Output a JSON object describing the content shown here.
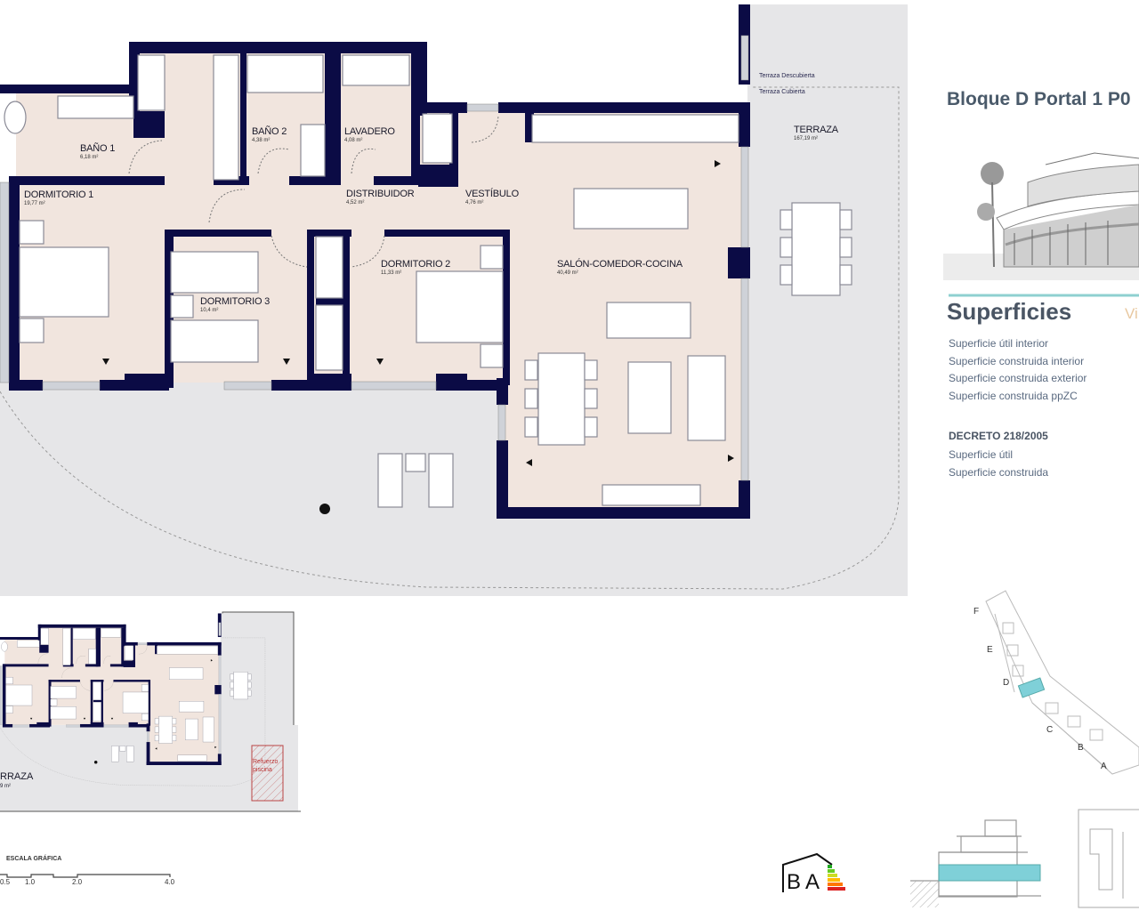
{
  "plan": {
    "rooms": [
      {
        "name": "BAÑO 1",
        "area": "6,18 m²"
      },
      {
        "name": "BAÑO 2",
        "area": "4,38 m²"
      },
      {
        "name": "LAVADERO",
        "area": "4,08 m²"
      },
      {
        "name": "DORMITORIO 1",
        "area": "19,77 m²"
      },
      {
        "name": "DISTRIBUIDOR",
        "area": "4,52 m²"
      },
      {
        "name": "VESTÍBULO",
        "area": "4,76 m²"
      },
      {
        "name": "DORMITORIO 2",
        "area": "11,33 m²"
      },
      {
        "name": "DORMITORIO 3",
        "area": "10,4 m²"
      },
      {
        "name": "SALÓN-COMEDOR-COCINA",
        "area": "40,49 m²"
      },
      {
        "name": "TERRAZA",
        "area": "167,19 m²"
      }
    ],
    "terrace_uncovered": "Terraza Descubierta",
    "terrace_covered": "Terraza Cubierta",
    "colors": {
      "wall": "#0b0b45",
      "floor": "#f1e5de",
      "terrace": "#e6e6e8",
      "highlight": "#7fd0d8"
    }
  },
  "mini_plan": {
    "terrace_label": "RRAZA",
    "terrace_area": "9 m²",
    "pool_label": "Refuerzo piscina"
  },
  "scale_bar": {
    "title": "ESCALA GRÁFICA",
    "ticks": [
      "0.5",
      "1.0",
      "2.0",
      "4.0"
    ]
  },
  "panel": {
    "title": "Bloque D Portal 1 P0",
    "section_title": "Superficies",
    "tab_cut": "Vi",
    "surfaces": [
      "Superficie útil interior",
      "Superficie construida interior",
      "Superficie construida exterior",
      "Superficie construida ppZC"
    ],
    "decree_title": "DECRETO 218/2005",
    "decree_items": [
      "Superficie útil",
      "Superficie construida"
    ]
  },
  "site_plan": {
    "blocks": [
      "F",
      "E",
      "D",
      "C",
      "B",
      "A"
    ],
    "selected": "D"
  },
  "energy_label": {
    "text": "BA"
  }
}
